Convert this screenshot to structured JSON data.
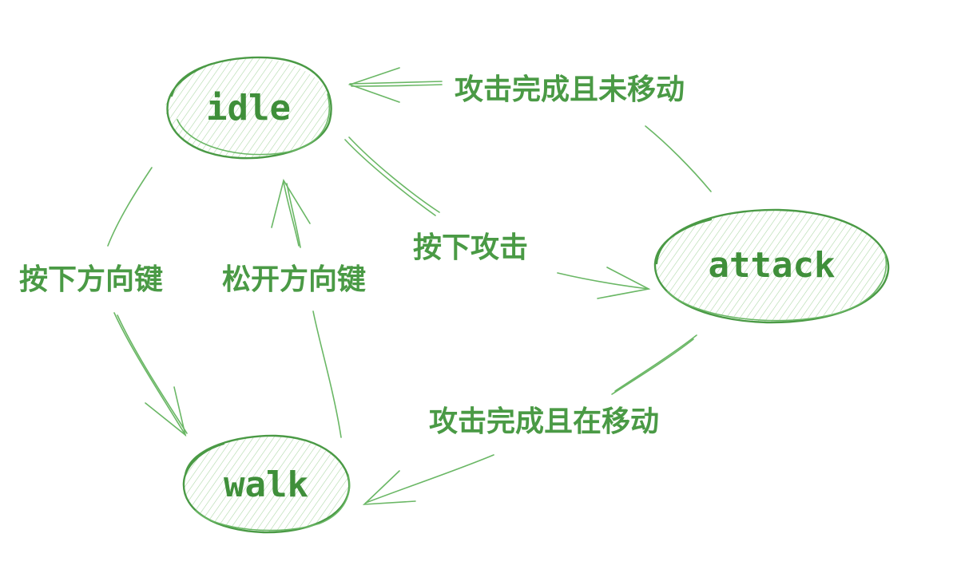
{
  "diagram": {
    "states": {
      "idle": "idle",
      "walk": "walk",
      "attack": "attack"
    },
    "transitions": {
      "idle_to_walk": "按下方向键",
      "walk_to_idle": "松开方向键",
      "idle_to_attack": "按下攻击",
      "attack_to_idle": "攻击完成且未移动",
      "attack_to_walk": "攻击完成且在移动"
    }
  },
  "colors": {
    "stroke": "#4a9a45",
    "text": "#3f8f3a",
    "hatch": "#a9d6a3"
  }
}
